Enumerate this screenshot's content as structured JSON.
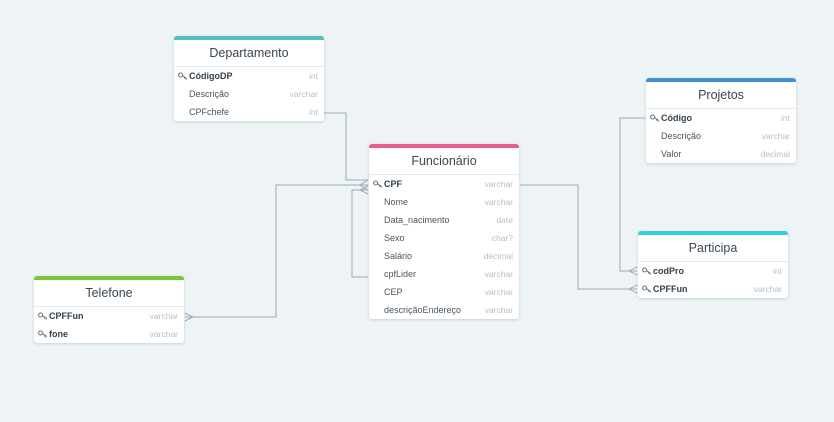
{
  "colors": {
    "background": "#eef3f6",
    "connector": "#9aa9b8",
    "departamento": "#4cc3b5",
    "projetos": "#3f8fd9",
    "funcionario": "#e85d8e",
    "telefone": "#7cc63a",
    "participa": "#35cfe0"
  },
  "tables": {
    "departamento": {
      "title": "Departamento",
      "fields": [
        {
          "name": "CódigoDP",
          "type": "int",
          "pk": true
        },
        {
          "name": "Descrição",
          "type": "varchar",
          "pk": false
        },
        {
          "name": "CPFchefe",
          "type": "int",
          "pk": false
        }
      ]
    },
    "projetos": {
      "title": "Projetos",
      "fields": [
        {
          "name": "Código",
          "type": "int",
          "pk": true
        },
        {
          "name": "Descrição",
          "type": "varchar",
          "pk": false
        },
        {
          "name": "Valor",
          "type": "decimal",
          "pk": false
        }
      ]
    },
    "funcionario": {
      "title": "Funcionário",
      "fields": [
        {
          "name": "CPF",
          "type": "varchar",
          "pk": true
        },
        {
          "name": "Nome",
          "type": "varchar",
          "pk": false
        },
        {
          "name": "Data_nacimento",
          "type": "date",
          "pk": false
        },
        {
          "name": "Sexo",
          "type": "char?",
          "pk": false
        },
        {
          "name": "Salário",
          "type": "decimal",
          "pk": false
        },
        {
          "name": "cpfLider",
          "type": "varchar",
          "pk": false
        },
        {
          "name": "CEP",
          "type": "varchar",
          "pk": false
        },
        {
          "name": "descriçãoEndereço",
          "type": "varchar",
          "pk": false
        }
      ]
    },
    "telefone": {
      "title": "Telefone",
      "fields": [
        {
          "name": "CPFFun",
          "type": "varchar",
          "pk": true
        },
        {
          "name": "fone",
          "type": "varchar",
          "pk": true
        }
      ]
    },
    "participa": {
      "title": "Participa",
      "fields": [
        {
          "name": "codPro",
          "type": "int",
          "pk": true
        },
        {
          "name": "CPFFun",
          "type": "varchar",
          "pk": true
        }
      ]
    }
  }
}
